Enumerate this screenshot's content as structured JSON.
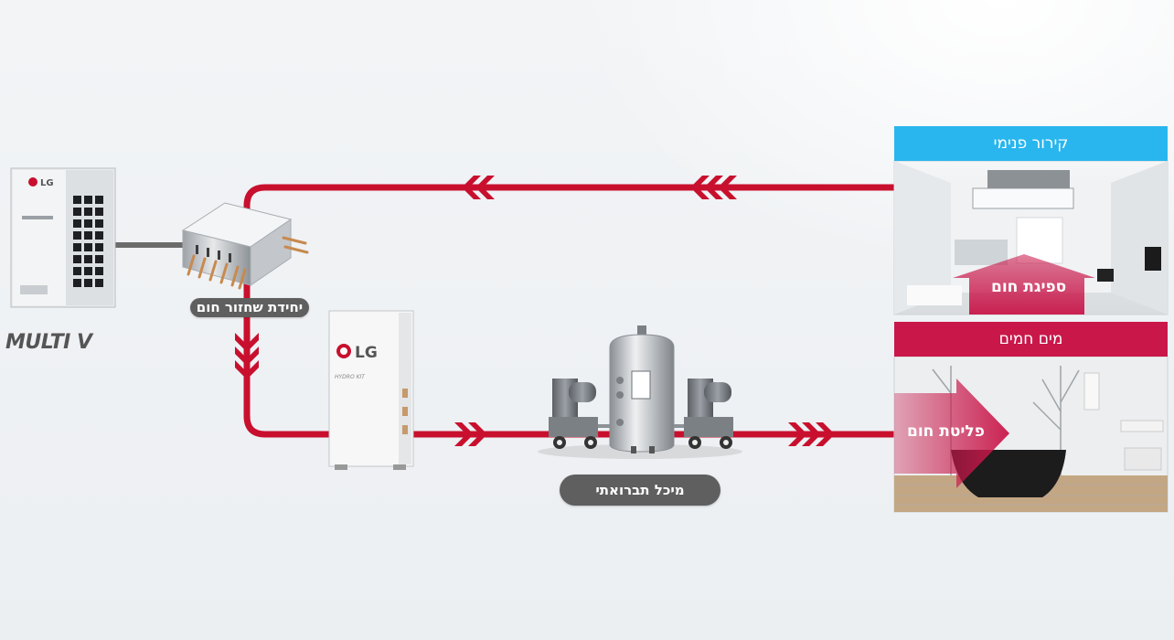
{
  "brand": {
    "logo_text": "LG",
    "product_name": "MULTI V",
    "hydro_kit_text": "HYDRO KIT"
  },
  "labels": {
    "heat_recovery_unit": "יחידת שחזור חום",
    "storage_tank": "מיכל תברואתי"
  },
  "panels": {
    "indoor_cooling": {
      "title": "קירור פנימי",
      "arrow_label": "ספיגת חום",
      "header_color": "#29b6ee"
    },
    "hot_water": {
      "title": "מים חמים",
      "arrow_label": "פליטת חום",
      "header_color": "#c9174a"
    }
  },
  "colors": {
    "pipe": "#c8102e",
    "pill_bg": "#5f5f5f",
    "background": "#eef1f4"
  }
}
